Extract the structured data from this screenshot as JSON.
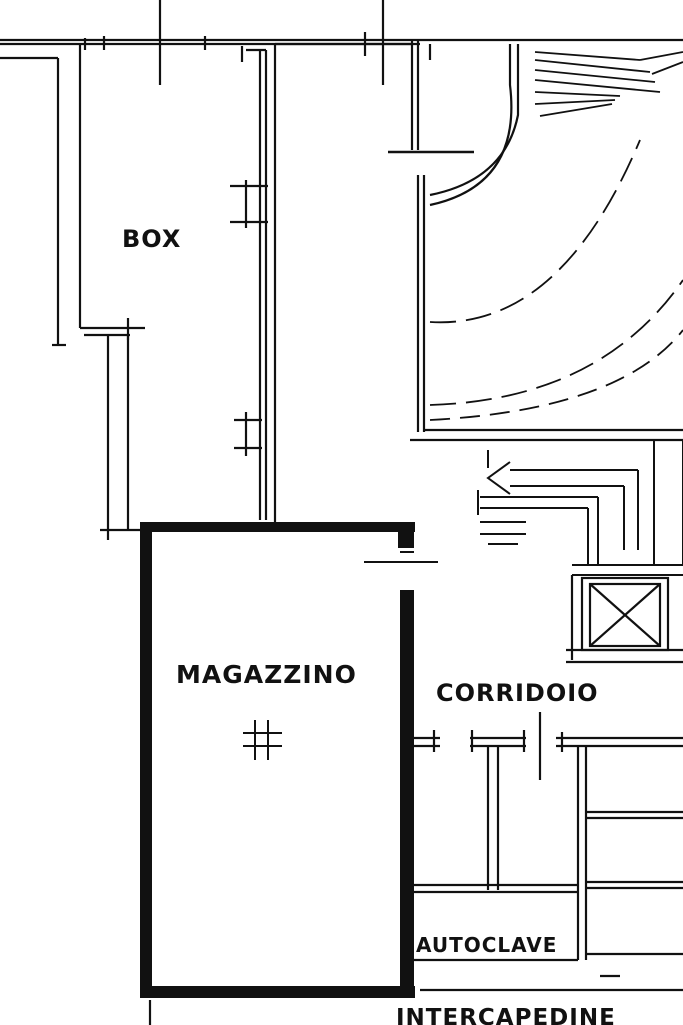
{
  "plan": {
    "rooms": {
      "box": "BOX",
      "magazzino": "MAGAZZINO",
      "corridoio": "CORRIDOIO",
      "autoclave": "AUTOCLAVE",
      "intercapedine": "INTERCAPEDINE"
    },
    "colors": {
      "ink": "#111111",
      "background": "#ffffff"
    }
  }
}
